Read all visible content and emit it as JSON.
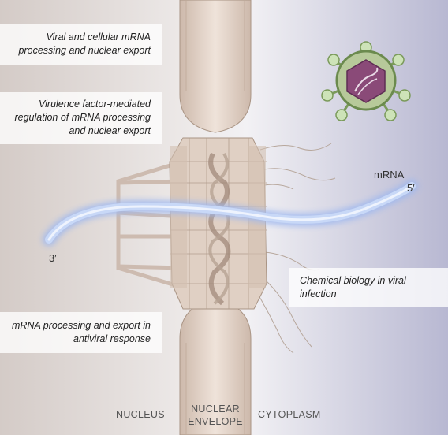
{
  "panels": {
    "viral_cellular": "Viral and cellular mRNA processing and nuclear export",
    "virulence": "Virulence factor-mediated regulation of mRNA processing and nuclear export",
    "chemical": "Chemical biology in viral infection",
    "antiviral": "mRNA processing and export in antiviral response"
  },
  "labels": {
    "nucleus": "NUCLEUS",
    "nuclear_1": "NUCLEAR",
    "nuclear_2": "ENVELOPE",
    "cytoplasm": "CYTOPLASM"
  },
  "mrna": {
    "name": "mRNA",
    "five_prime": "5′",
    "three_prime": "3′"
  },
  "colors": {
    "mrna": "#a9c3f0",
    "virus_capsid": "#7a9a5a",
    "virus_core": "#8a4a78",
    "envelope": "#e3d4c8"
  }
}
